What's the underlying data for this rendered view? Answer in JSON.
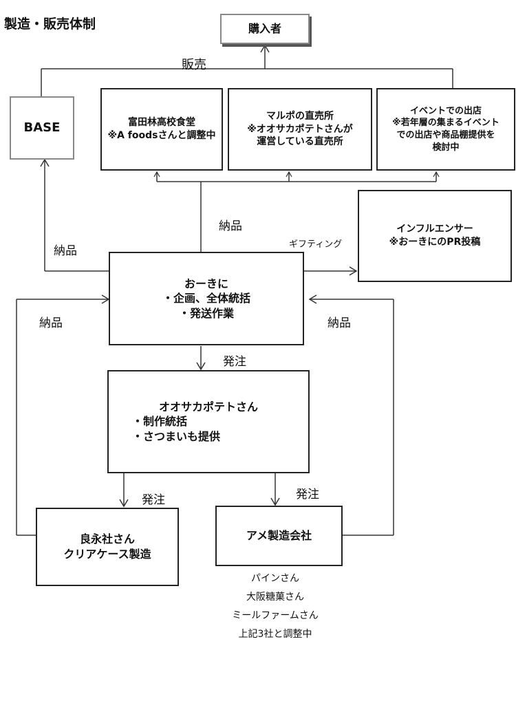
{
  "title": "製造・販売体制",
  "nodes": {
    "buyer": "購入者",
    "base": "BASE",
    "tomita": [
      "富田林高校食堂",
      "※A foodsさんと調整中"
    ],
    "marupo": [
      "マルポの直売所",
      "※オオサカポテトさんが",
      "運営している直売所"
    ],
    "event": [
      "イベントでの出店",
      "※若年層の集まるイベント",
      "での出店や商品棚提供を",
      "検討中"
    ],
    "influencer": [
      "インフルエンサー",
      "※おーきにのPR投稿"
    ],
    "ookini": [
      "おーきに",
      "・企画、全体統括",
      "・発送作業"
    ],
    "osaka_potato": [
      "オオサカポテトさん",
      "・制作統括",
      "・さつまいも提供"
    ],
    "ryoeisha": [
      "良永社さん",
      "クリアケース製造"
    ],
    "ame": "アメ製造会社"
  },
  "edge_labels": {
    "sales": "販売",
    "delivery_center": "納品",
    "delivery_base": "納品",
    "delivery_left": "納品",
    "delivery_right": "納品",
    "gifting": "ギフティング",
    "order_main": "発注",
    "order_left": "発注",
    "order_right": "発注"
  },
  "candidates": [
    "パインさん",
    "大阪糖菓さん",
    "ミールファームさん",
    "上記3社と調整中"
  ]
}
